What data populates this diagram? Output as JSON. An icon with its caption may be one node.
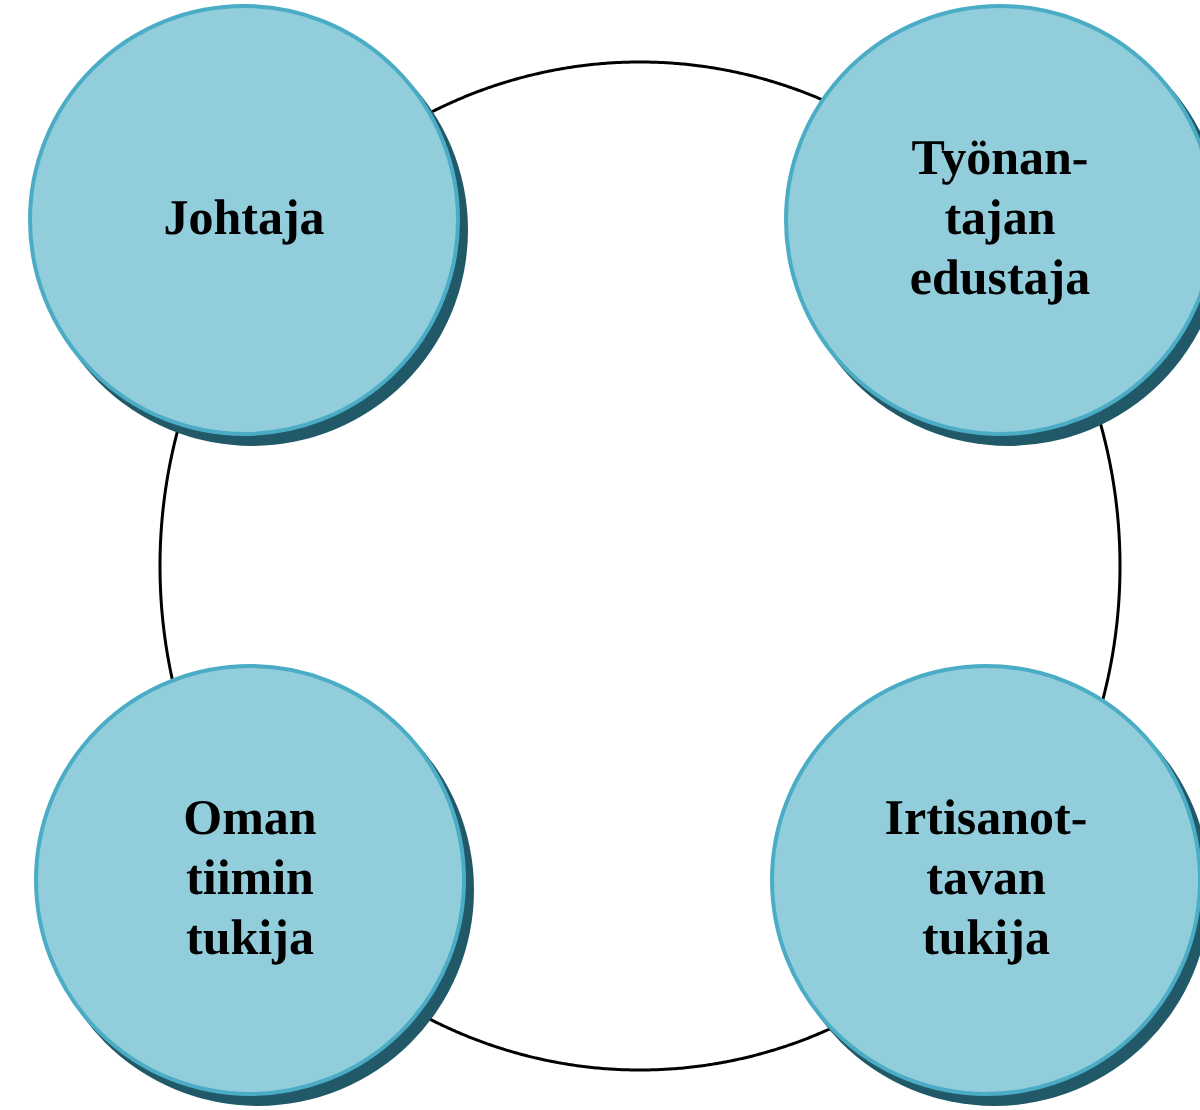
{
  "diagram": {
    "nodes": [
      {
        "text": [
          "Johtaja"
        ]
      },
      {
        "text": [
          "Työnan- tajan edustaja"
        ]
      },
      {
        "text": [
          "Oman tiimin tukija"
        ]
      },
      {
        "text": [
          "Irtisanot- tavan tukija"
        ]
      }
    ],
    "edges": [
      {
        "from": 0,
        "to": 1,
        "arrow": "none"
      },
      {
        "from": 1,
        "to": 3,
        "arrow": "none"
      },
      {
        "from": 3,
        "to": 2,
        "arrow": "none"
      },
      {
        "from": 2,
        "to": 0,
        "arrow": "none"
      }
    ]
  }
}
